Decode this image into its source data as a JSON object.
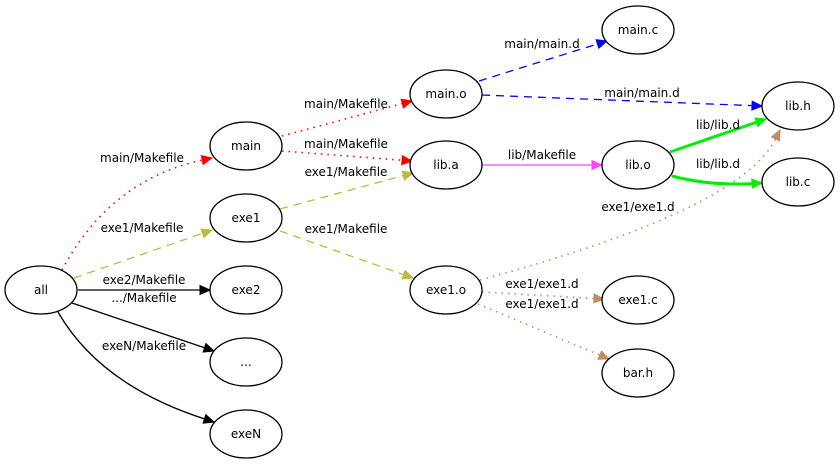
{
  "title": "Makefile dependency graph",
  "nodes": [
    {
      "id": "all",
      "label": "all"
    },
    {
      "id": "main",
      "label": "main"
    },
    {
      "id": "exe1",
      "label": "exe1"
    },
    {
      "id": "exe2",
      "label": "exe2"
    },
    {
      "id": "dots",
      "label": "..."
    },
    {
      "id": "exeN",
      "label": "exeN"
    },
    {
      "id": "main_o",
      "label": "main.o"
    },
    {
      "id": "lib_a",
      "label": "lib.a"
    },
    {
      "id": "exe1_o",
      "label": "exe1.o"
    },
    {
      "id": "main_c",
      "label": "main.c"
    },
    {
      "id": "lib_o",
      "label": "lib.o"
    },
    {
      "id": "exe1_c",
      "label": "exe1.c"
    },
    {
      "id": "bar_h",
      "label": "bar.h"
    },
    {
      "id": "lib_h",
      "label": "lib.h"
    },
    {
      "id": "lib_c",
      "label": "lib.c"
    }
  ],
  "edges": [
    {
      "from": "all",
      "to": "main",
      "label": "main/Makefile",
      "style": "dotted",
      "color": "#ff0000"
    },
    {
      "from": "all",
      "to": "exe1",
      "label": "exe1/Makefile",
      "style": "dashed",
      "color": "#bcbc3c"
    },
    {
      "from": "all",
      "to": "exe2",
      "label": "exe2/Makefile",
      "style": "solid",
      "color": "#000000"
    },
    {
      "from": "all",
      "to": "dots",
      "label": ".../Makefile",
      "style": "solid",
      "color": "#000000"
    },
    {
      "from": "all",
      "to": "exeN",
      "label": "exeN/Makefile",
      "style": "solid",
      "color": "#000000"
    },
    {
      "from": "main",
      "to": "main_o",
      "label": "main/Makefile",
      "style": "dotted",
      "color": "#ff0000"
    },
    {
      "from": "main",
      "to": "lib_a",
      "label": "main/Makefile",
      "style": "dotted",
      "color": "#ff0000"
    },
    {
      "from": "exe1",
      "to": "lib_a",
      "label": "exe1/Makefile",
      "style": "dashed",
      "color": "#bcbc3c"
    },
    {
      "from": "exe1",
      "to": "exe1_o",
      "label": "exe1/Makefile",
      "style": "dashed",
      "color": "#bcbc3c"
    },
    {
      "from": "main_o",
      "to": "main_c",
      "label": "main/main.d",
      "style": "dashed",
      "color": "#0000ff"
    },
    {
      "from": "main_o",
      "to": "lib_h",
      "label": "main/main.d",
      "style": "dashed",
      "color": "#0000ff"
    },
    {
      "from": "lib_a",
      "to": "lib_o",
      "label": "lib/Makefile",
      "style": "solid",
      "color": "#ff44ff"
    },
    {
      "from": "lib_o",
      "to": "lib_h",
      "label": "lib/lib.d",
      "style": "bold",
      "color": "#00ee00"
    },
    {
      "from": "lib_o",
      "to": "lib_c",
      "label": "lib/lib.d",
      "style": "bold",
      "color": "#00ee00"
    },
    {
      "from": "exe1_o",
      "to": "lib_h",
      "label": "exe1/exe1.d",
      "style": "dotted",
      "color": "#c08c64"
    },
    {
      "from": "exe1_o",
      "to": "exe1_c",
      "label": "exe1/exe1.d",
      "style": "dotted",
      "color": "#c08c64"
    },
    {
      "from": "exe1_o",
      "to": "bar_h",
      "label": "exe1/exe1.d",
      "style": "dotted",
      "color": "#c08c64"
    }
  ]
}
